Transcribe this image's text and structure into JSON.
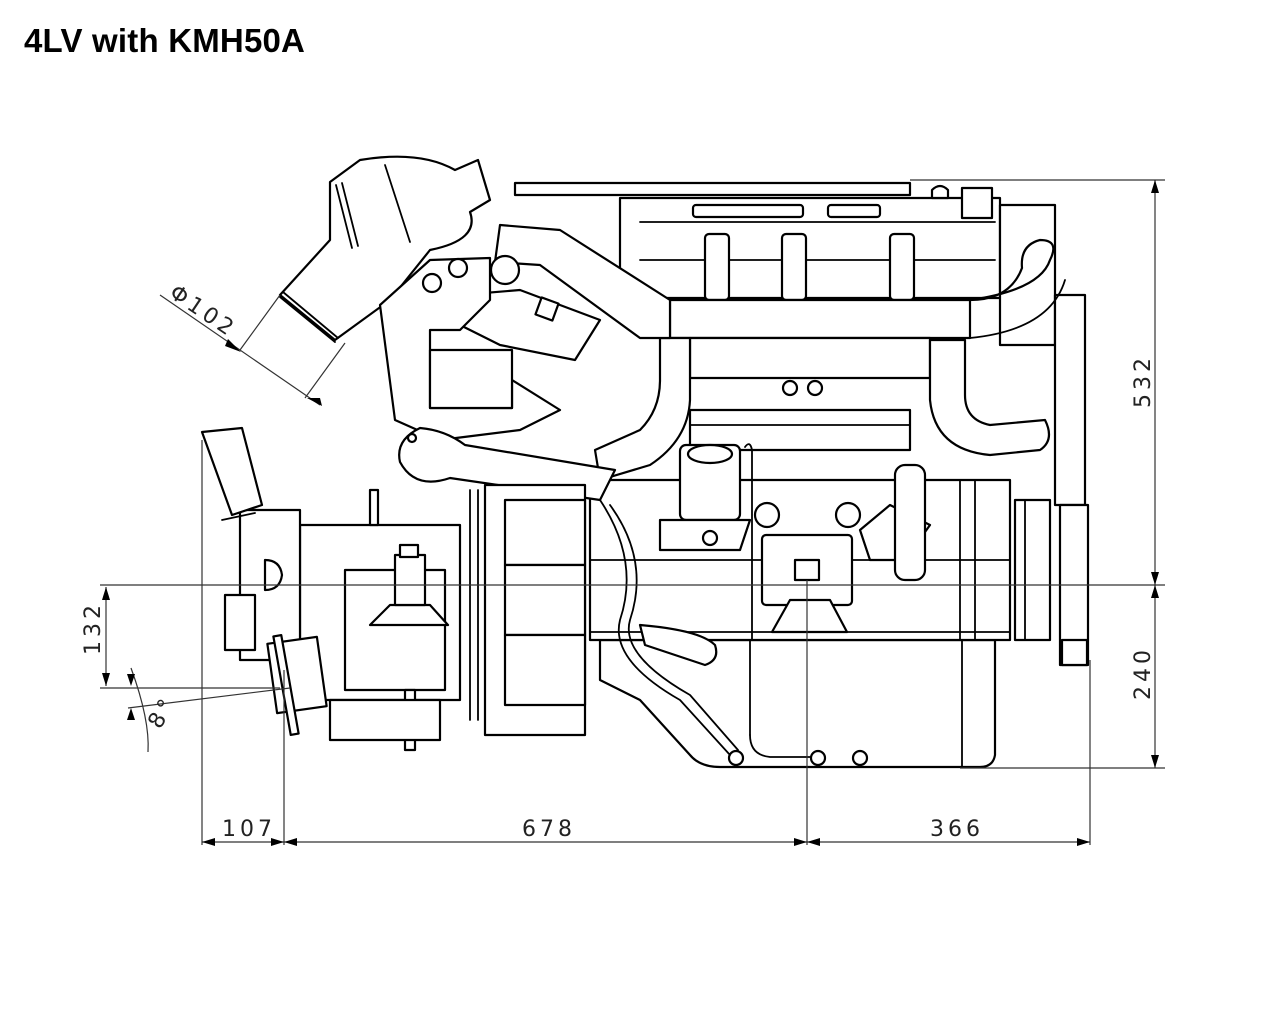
{
  "title": "4LV with KMH50A",
  "dimensions": {
    "intake_diameter": {
      "label": "Φ102",
      "value": 102,
      "unit": "mm",
      "type": "diameter"
    },
    "prop_offset": {
      "label": "132",
      "value": 132,
      "unit": "mm",
      "orientation": "vertical"
    },
    "shaft_angle": {
      "label": "8°",
      "value": 8,
      "unit": "deg"
    },
    "rear_overhang": {
      "label": "107",
      "value": 107,
      "unit": "mm",
      "orientation": "horizontal"
    },
    "mount_to_flange": {
      "label": "678",
      "value": 678,
      "unit": "mm",
      "orientation": "horizontal"
    },
    "front_length": {
      "label": "366",
      "value": 366,
      "unit": "mm",
      "orientation": "horizontal"
    },
    "height_above_crank": {
      "label": "532",
      "value": 532,
      "unit": "mm",
      "orientation": "vertical"
    },
    "depth_below_crank": {
      "label": "240",
      "value": 240,
      "unit": "mm",
      "orientation": "vertical"
    }
  },
  "labels": {
    "phi102": "Φ102",
    "d132": "132",
    "angle8": "8°",
    "d107": "107",
    "d678": "678",
    "d366": "366",
    "d532": "532",
    "d240": "240"
  },
  "colors": {
    "line": "#000000",
    "dim_line": "#333333",
    "background": "#ffffff"
  }
}
